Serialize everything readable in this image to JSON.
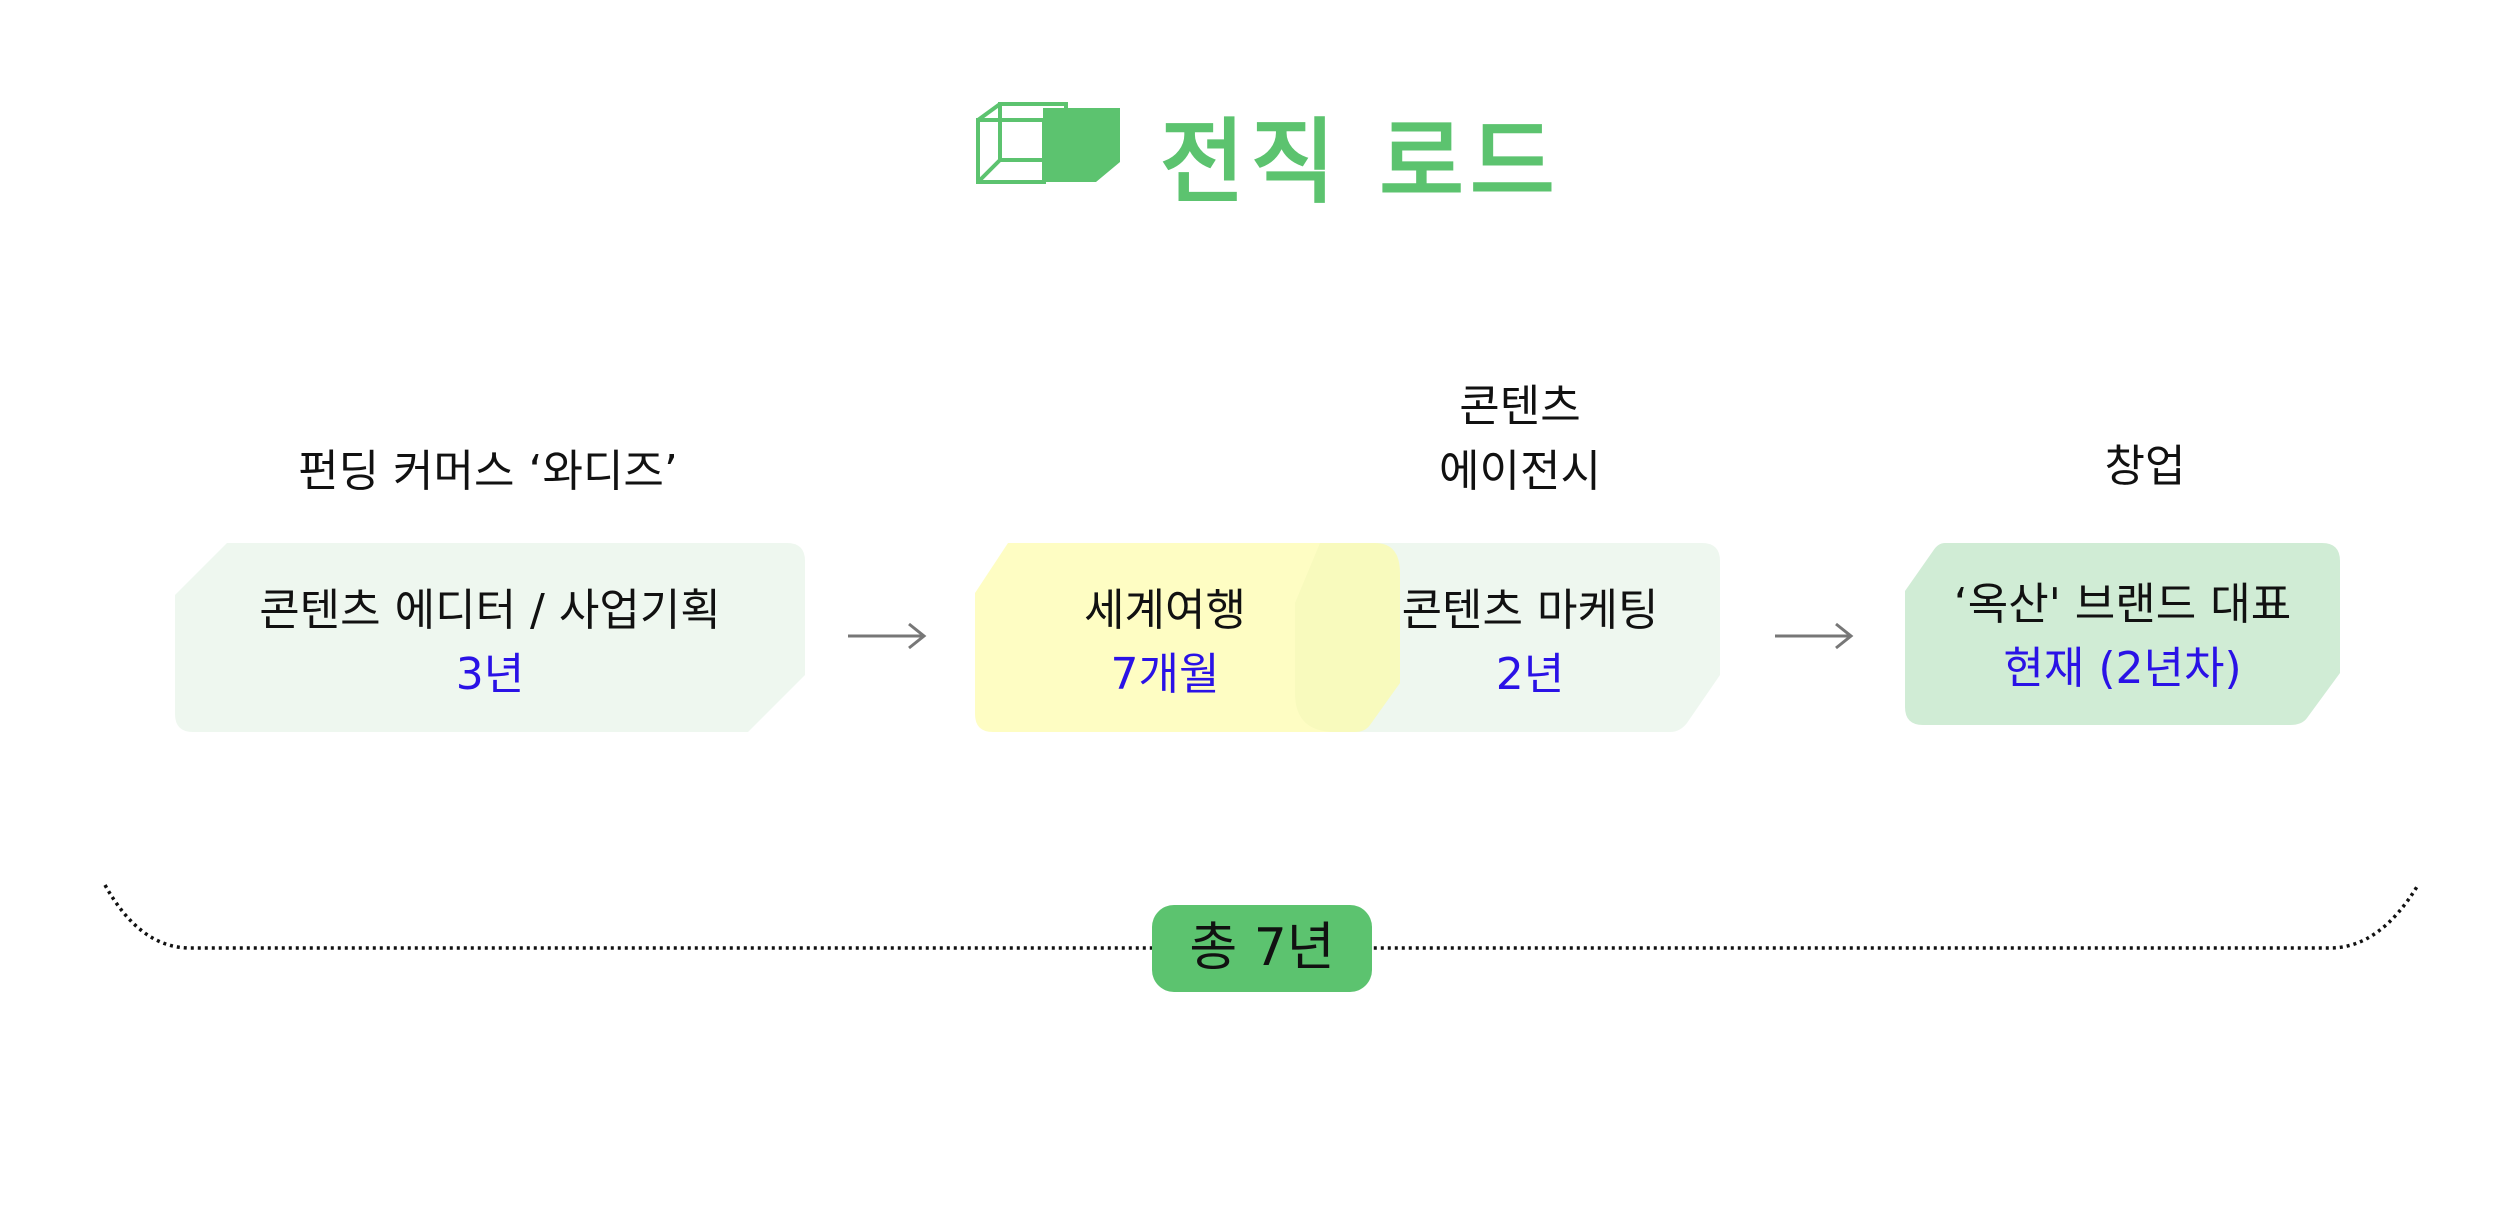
{
  "header": {
    "title": "전직 로드",
    "icon": "cube-icon",
    "accent": "#5cc36f"
  },
  "stages": [
    {
      "label": "펀딩 커머스 ‘와디즈’",
      "role": "콘텐츠 에디터 / 사업기획",
      "duration": "3년",
      "color": "#eef7ef"
    },
    {
      "label": "",
      "role": "세계여행",
      "duration": "7개월",
      "color": "#fefdc4"
    },
    {
      "label_line1": "콘텐츠",
      "label_line2": "에이전시",
      "role": "콘텐츠 마케팅",
      "duration": "2년",
      "color": "#eef7ef"
    },
    {
      "label": "창업",
      "role": "‘옥산' 브랜드 대표",
      "duration": "현재 (2년차)",
      "color": "#d0ecd5"
    }
  ],
  "total": {
    "label": "총 7년"
  },
  "colors": {
    "duration_text": "#2a12e6",
    "arrow": "#777777"
  }
}
